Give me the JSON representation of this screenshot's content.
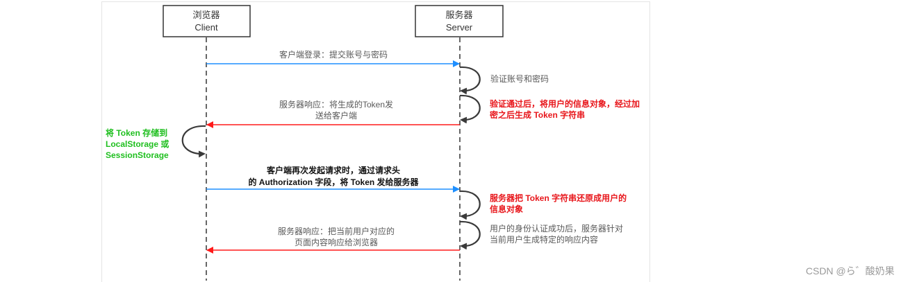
{
  "participants": {
    "client": {
      "name_cn": "浏览器",
      "name_en": "Client"
    },
    "server": {
      "name_cn": "服务器",
      "name_en": "Server"
    }
  },
  "messages": {
    "login": {
      "line1": "客户端登录：提交账号与密码"
    },
    "response1": {
      "line1": "服务器响应：将生成的Token发",
      "line2": "送给客户端"
    },
    "request2": {
      "line1": "客户端再次发起请求时，通过请求头",
      "line2": "的 Authorization 字段，将 Token 发给服务器"
    },
    "response2": {
      "line1": "服务器响应：把当前用户对应的",
      "line2": "页面内容响应给浏览器"
    }
  },
  "notes": {
    "verify": {
      "line1": "验证账号和密码"
    },
    "generate": {
      "line1": "验证通过后，将用户的信息对象，经过加",
      "line2": "密之后生成 Token 字符串"
    },
    "store": {
      "line1": "将 Token 存储到",
      "line2": "LocalStorage 或",
      "line3": "SessionStorage"
    },
    "restore": {
      "line1": "服务器把 Token 字符串还原成用户的",
      "line2": "信息对象"
    },
    "auth": {
      "line1": "用户的身份认证成功后，服务器针对",
      "line2": "当前用户生成特定的响应内容"
    }
  },
  "watermark": "CSDN @ら゛酸奶果",
  "colors": {
    "request_arrow": "#1e8fff",
    "response_arrow": "#ff1a1a",
    "red_text": "#e8161b",
    "green_text": "#1fbf1f",
    "lifeline": "#333333"
  }
}
